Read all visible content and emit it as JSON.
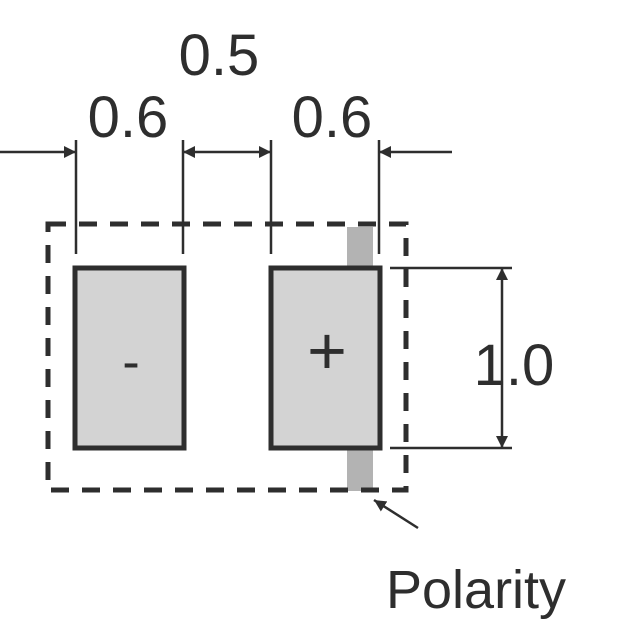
{
  "dimensions": {
    "pitch": "0.5",
    "pad_width_left": "0.6",
    "pad_width_right": "0.6",
    "pad_height": "1.0"
  },
  "pads": {
    "left_symbol": "-",
    "right_symbol": "+"
  },
  "polarity_label": "Polarity",
  "colors": {
    "line": "#2e2e2e",
    "pad_fill": "#d3d3d3",
    "polarity_bar": "#b3b3b3",
    "background": "#ffffff"
  }
}
